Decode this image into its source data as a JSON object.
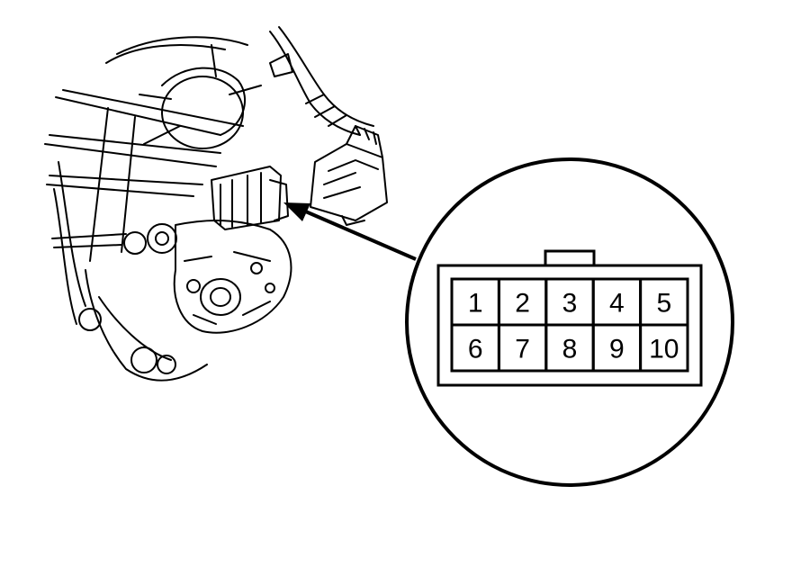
{
  "connector": {
    "pins_row_1": [
      "1",
      "2",
      "3",
      "4",
      "5"
    ],
    "pins_row_2": [
      "6",
      "7",
      "8",
      "9",
      "10"
    ]
  },
  "colors": {
    "line": "#000000",
    "background": "#ffffff"
  }
}
